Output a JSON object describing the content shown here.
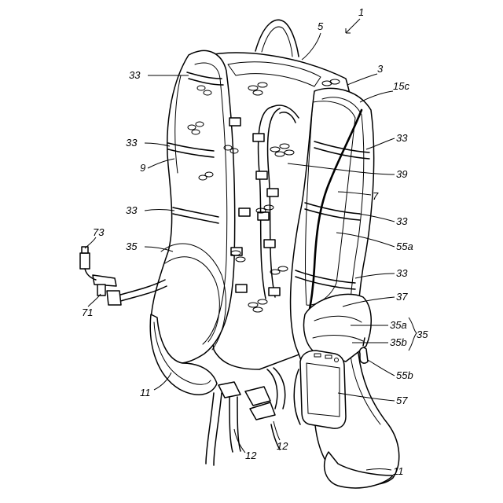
{
  "labels": {
    "l1": "1",
    "l3": "3",
    "l5": "5",
    "l7": "7",
    "l9": "9",
    "l11a": "11",
    "l11b": "11",
    "l12a": "12",
    "l12b": "12",
    "l15c": "15c",
    "l33a": "33",
    "l33b": "33",
    "l33c": "33",
    "l33d": "33",
    "l33e": "33",
    "l33f": "33",
    "l35": "35",
    "l35main": "35",
    "l35a": "35a",
    "l35b": "35b",
    "l37": "37",
    "l39": "39",
    "l55a": "55a",
    "l55b": "55b",
    "l57": "57",
    "l71": "71",
    "l73": "73"
  }
}
